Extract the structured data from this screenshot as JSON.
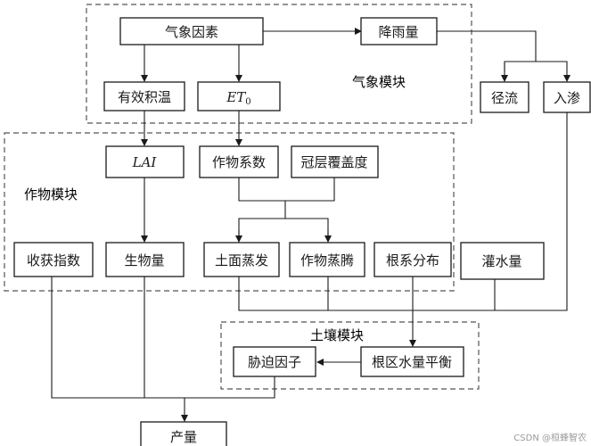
{
  "modules": {
    "weather": "气象模块",
    "crop": "作物模块",
    "soil": "土壤模块"
  },
  "nodes": {
    "weather_factors": "气象因素",
    "rainfall": "降雨量",
    "accumulated_temp": "有效积温",
    "et0_main": "ET",
    "et0_sub": "0",
    "runoff": "径流",
    "infiltration": "入渗",
    "lai": "LAI",
    "crop_coefficient": "作物系数",
    "canopy_cover": "冠层覆盖度",
    "harvest_index": "收获指数",
    "biomass": "生物量",
    "soil_evaporation": "土面蒸发",
    "crop_transpiration": "作物蒸腾",
    "root_distribution": "根系分布",
    "irrigation": "灌水量",
    "stress_factor": "胁迫因子",
    "root_zone_balance": "根区水量平衡",
    "yield": "产量"
  },
  "watermark": "CSDN @桓蜂智农"
}
